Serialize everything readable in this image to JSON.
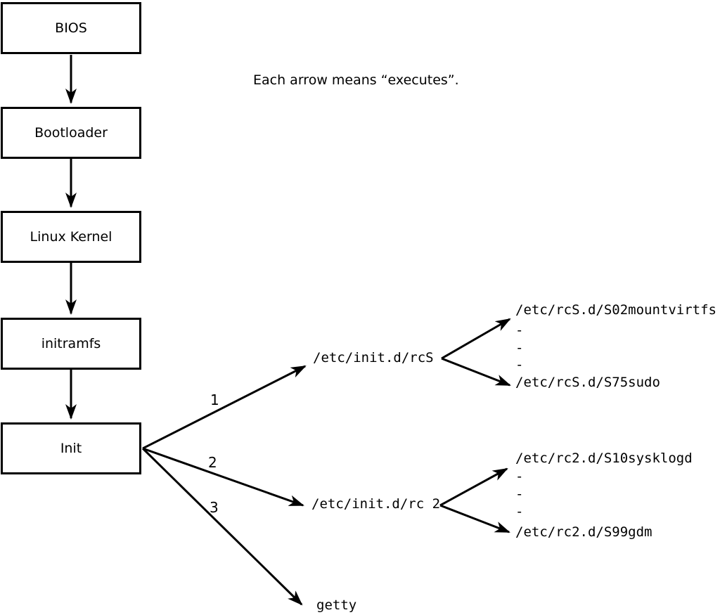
{
  "note": "Each arrow means “executes”.",
  "boxes": [
    {
      "label": "BIOS"
    },
    {
      "label": "Bootloader"
    },
    {
      "label": "Linux Kernel"
    },
    {
      "label": "initramfs"
    },
    {
      "label": "Init"
    }
  ],
  "branches": [
    {
      "number": "1",
      "target": "/etc/init.d/rcS",
      "children": [
        "/etc/rcS.d/S02mountvirtfs",
        "-",
        "-",
        "-",
        "/etc/rcS.d/S75sudo"
      ]
    },
    {
      "number": "2",
      "target": "/etc/init.d/rc 2",
      "children": [
        "/etc/rc2.d/S10sysklogd",
        "-",
        "-",
        "-",
        "/etc/rc2.d/S99gdm"
      ]
    },
    {
      "number": "3",
      "target": "getty",
      "children": []
    }
  ],
  "colors": {
    "ink": "#000000",
    "background": "#ffffff",
    "box_fill": "#ffffff"
  }
}
